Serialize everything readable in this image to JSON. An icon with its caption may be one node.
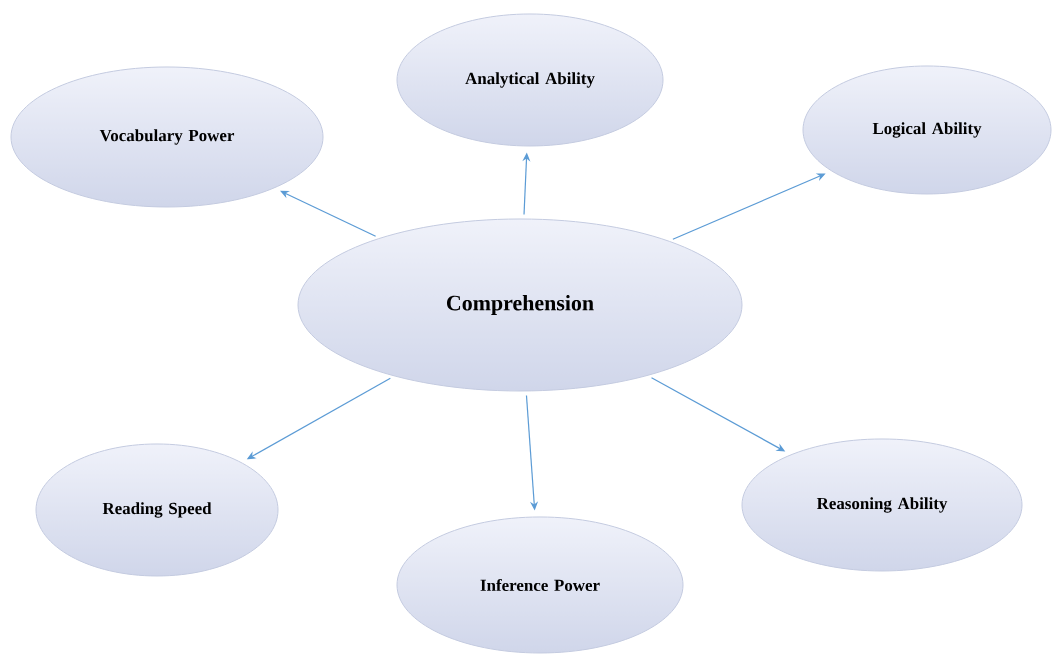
{
  "diagram": {
    "nodes": [
      {
        "text": [
          "Analytical Ability"
        ]
      },
      {
        "text": [
          "Vocabulary Power"
        ]
      },
      {
        "text": [
          "Logical Ability"
        ]
      },
      {
        "text": [
          "Comprehension"
        ]
      },
      {
        "text": [
          "Reasoning Ability"
        ]
      },
      {
        "text": [
          "Reading Speed"
        ]
      },
      {
        "text": [
          "Inference Power"
        ]
      }
    ],
    "edges": [
      {
        "from": 3,
        "to": 0,
        "arrow": "to"
      },
      {
        "from": 3,
        "to": 1,
        "arrow": "to"
      },
      {
        "from": 3,
        "to": 2,
        "arrow": "to"
      },
      {
        "from": 3,
        "to": 4,
        "arrow": "to"
      },
      {
        "from": 3,
        "to": 5,
        "arrow": "to"
      },
      {
        "from": 3,
        "to": 6,
        "arrow": "to"
      }
    ]
  }
}
